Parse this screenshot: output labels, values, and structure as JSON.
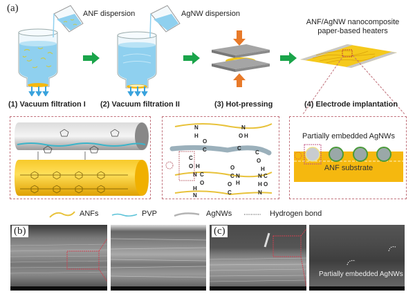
{
  "panels": {
    "a": {
      "label": "(a)"
    },
    "b": {
      "label": "(b)"
    },
    "c": {
      "label": "(c)"
    }
  },
  "top": {
    "pour1_label": "ANF dispersion",
    "pour2_label": "AgNW dispersion",
    "product_label_line1": "ANF/AgNW nanocomposite",
    "product_label_line2": "paper-based heaters"
  },
  "steps": [
    {
      "label": "(1)  Vacuum filtration I"
    },
    {
      "label": "(2)  Vacuum filtration II"
    },
    {
      "label": "(3)  Hot-pressing"
    },
    {
      "label": "(4)  Electrode implantation"
    }
  ],
  "detail4": {
    "title": "Partially embedded AgNWs",
    "substrate": "ANF substrate"
  },
  "legend": [
    {
      "label": "ANFs",
      "color": "#e8c23a"
    },
    {
      "label": "PVP",
      "color": "#5bc3d8"
    },
    {
      "label": "AgNWs",
      "color": "#b3b3b3"
    },
    {
      "label": "Hydrogen bond",
      "color": "#333333"
    }
  ],
  "sem": {
    "c_annotation": "Partially embedded AgNWs"
  },
  "colors": {
    "arrow_green": "#1aa44a",
    "press_orange": "#e87a2a",
    "anf_yellow": "#f5b80f",
    "water_blue": "#8fd0ef",
    "dashed_red": "#c0707a"
  }
}
